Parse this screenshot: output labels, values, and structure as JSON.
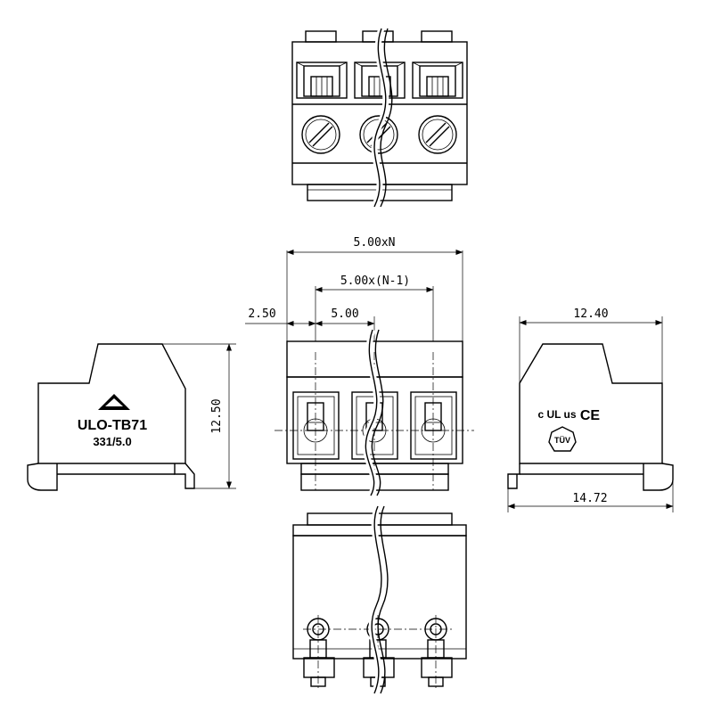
{
  "dimensions": {
    "total_width": "5.00xN",
    "inner_width": "5.00x(N-1)",
    "edge_offset": "2.50",
    "pitch": "5.00",
    "height": "12.50",
    "depth_top": "12.40",
    "depth_bottom": "14.72"
  },
  "label": {
    "model": "ULO-TB71",
    "spec": "331/5.0"
  },
  "certifications": {
    "ul": "c UL us",
    "ce": "CE",
    "tuv": "TÜV"
  },
  "colors": {
    "line": "#000000",
    "background": "#ffffff"
  }
}
